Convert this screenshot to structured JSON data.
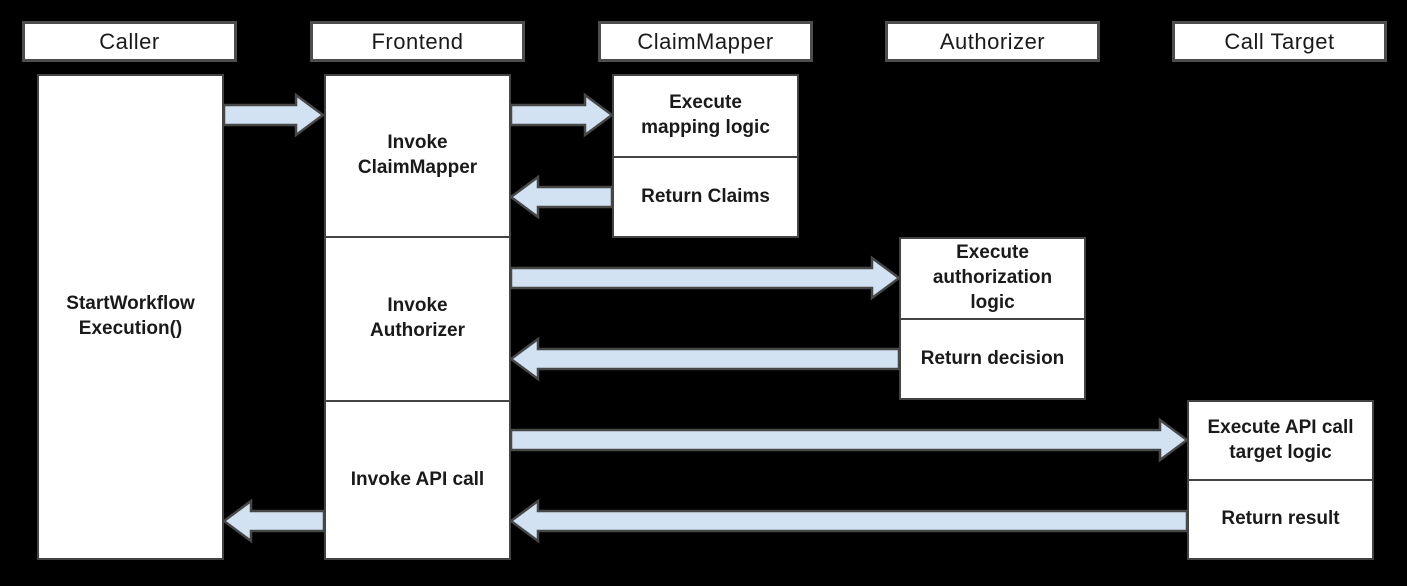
{
  "title": "Workflow authorization sequence diagram",
  "colors": {
    "background": "#000000",
    "box_fill": "#ffffff",
    "box_border": "#434343",
    "header_border": "#4d4d4d",
    "text": "#1a1a1a",
    "arrow_fill": "#d2e2f2",
    "arrow_stroke": "#474747"
  },
  "actors": [
    {
      "id": "caller",
      "label": "Caller"
    },
    {
      "id": "frontend",
      "label": "Frontend"
    },
    {
      "id": "claimmapper",
      "label": "ClaimMapper"
    },
    {
      "id": "authorizer",
      "label": "Authorizer"
    },
    {
      "id": "calltarget",
      "label": "Call Target"
    }
  ],
  "boxes": {
    "caller": "StartWorkflow\nExecution()",
    "frontend_invoke_claimmapper": "Invoke\nClaimMapper",
    "frontend_invoke_authorizer": "Invoke\nAuthorizer",
    "frontend_invoke_api_call": "Invoke API call",
    "claimmapper_execute": "Execute\nmapping logic",
    "claimmapper_return": "Return Claims",
    "authorizer_execute": "Execute\nauthorization\nlogic",
    "authorizer_return": "Return decision",
    "calltarget_execute": "Execute API call\ntarget logic",
    "calltarget_return": "Return result"
  },
  "arrows": [
    {
      "from": "Caller",
      "to": "Frontend",
      "type": "request"
    },
    {
      "from": "Frontend",
      "to": "ClaimMapper",
      "type": "request"
    },
    {
      "from": "ClaimMapper",
      "to": "Frontend",
      "type": "response"
    },
    {
      "from": "Frontend",
      "to": "Authorizer",
      "type": "request"
    },
    {
      "from": "Authorizer",
      "to": "Frontend",
      "type": "response"
    },
    {
      "from": "Frontend",
      "to": "Call Target",
      "type": "request"
    },
    {
      "from": "Call Target",
      "to": "Frontend",
      "type": "response"
    },
    {
      "from": "Frontend",
      "to": "Caller",
      "type": "response"
    }
  ]
}
